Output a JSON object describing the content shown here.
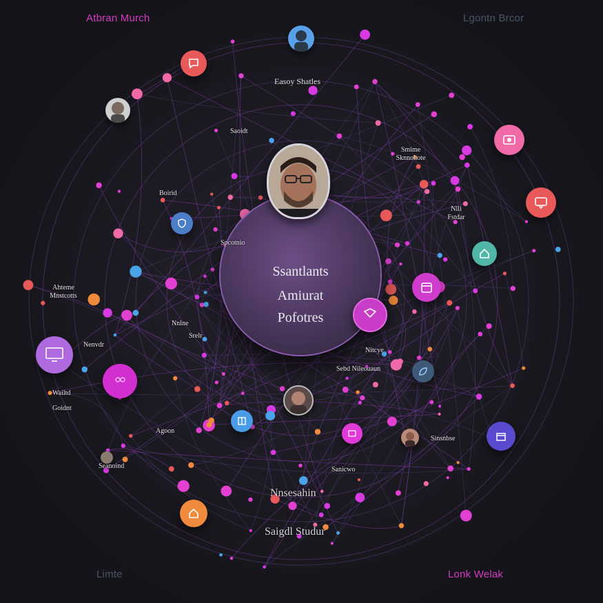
{
  "corners": {
    "top_left": "Atbran Murch",
    "top_right": "Lgontn Brcor",
    "bottom_left": "Limte",
    "bottom_right": "Lonk Welak"
  },
  "hub": {
    "lines": [
      "Ssantlants",
      "Amiurat",
      "Pofotres"
    ]
  },
  "labels": {
    "top_center": "Easoy Shatles",
    "upper_left_a": "Saoidt",
    "upper_right": "Smime Sknnohote",
    "left_mid_a": "Boirid",
    "right_mid": "Nlli Fstdar",
    "center_left": "Spcotnio",
    "far_left": "Ahteme Mnstcotts",
    "left_inner_a": "Nnlne",
    "left_inner_b": "Srelr",
    "left_low": "Nenvdr",
    "left_bottom_a": "Wailtd",
    "left_bottom_b": "Goidnt",
    "right_low_a": "Nitcye",
    "right_low_b": "Sebd Nileouaun",
    "lower_left": "Agoon",
    "lower_right": "Sinsnbse",
    "far_lower_left": "Seanoind",
    "lower_center": "Sanicwo",
    "bottom_center_a": "Nnsesahin",
    "bottom_center_b": "Saigdl Studur"
  },
  "colors": {
    "background": "#1b1a22",
    "magenta": "#e240d0",
    "orange": "#f08a3c",
    "blue": "#4aa3e8",
    "purple": "#b06ae0",
    "teal": "#4fb6a8",
    "red": "#e85a5a",
    "pink": "#f06aa8",
    "corner_magenta": "#d43cc0",
    "corner_grey": "#4b5566"
  },
  "icons": [
    "person-icon",
    "chat-bubble-icon",
    "photo-icon",
    "message-icon",
    "home-icon",
    "monitor-icon",
    "shield-icon",
    "book-icon",
    "calendar-icon",
    "building-icon",
    "image-icon",
    "leaf-icon",
    "group-icon"
  ]
}
